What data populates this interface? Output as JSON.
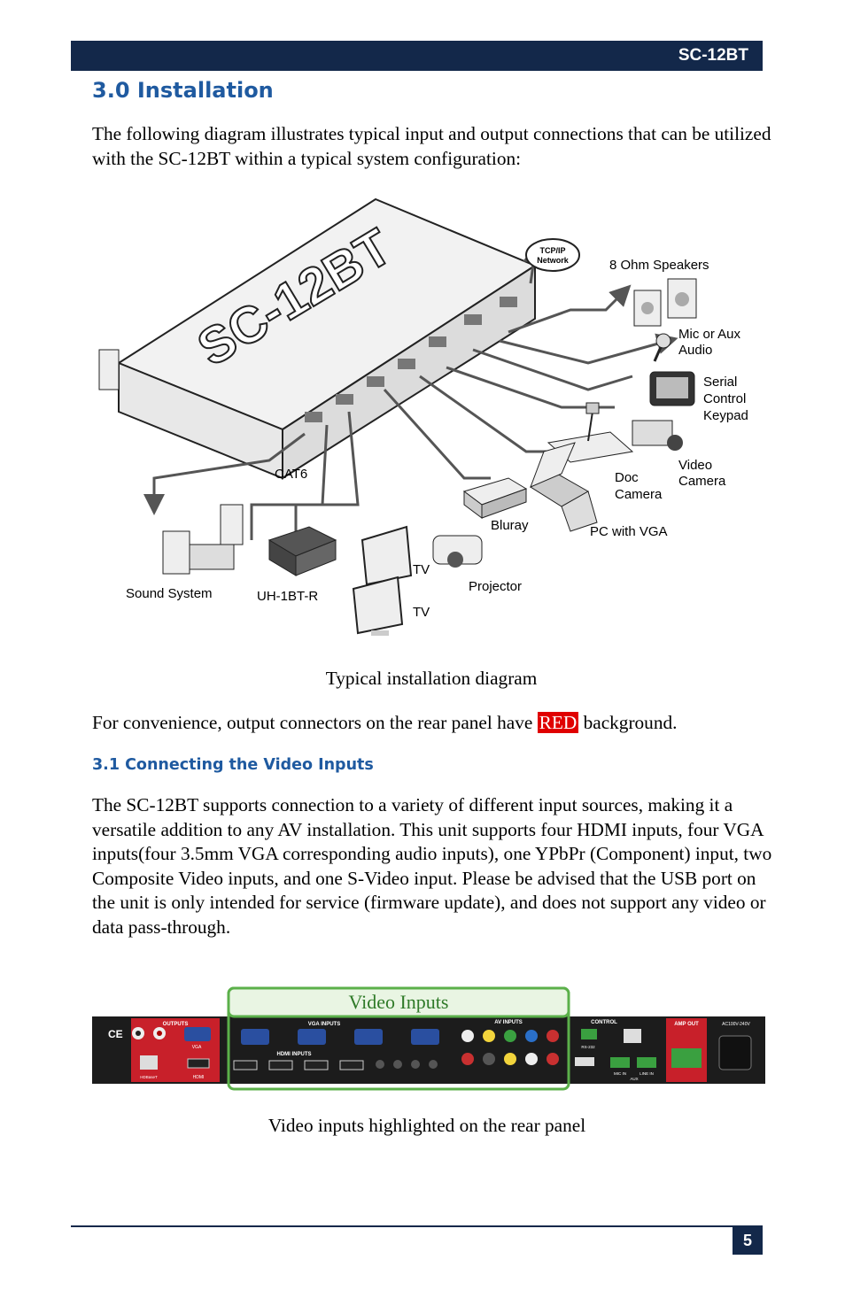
{
  "header": {
    "model": "SC-12BT"
  },
  "section": {
    "title": "3.0 Installation",
    "intro": "The following diagram illustrates typical input and output connections that can be utilized with the SC-12BT within a typical system configuration:"
  },
  "diagram": {
    "caption": "Typical installation diagram",
    "device_label": "SC-12BT",
    "labels": {
      "tcp": "TCP/IP",
      "network": "Network",
      "speakers": "8 Ohm Speakers",
      "mic1": "Mic or Aux",
      "mic2": "Audio",
      "serial1": "Serial",
      "serial2": "Control",
      "serial3": "Keypad",
      "videocam1": "Video",
      "videocam2": "Camera",
      "doccam1": "Doc",
      "doccam2": "Camera",
      "pc": "PC with VGA",
      "bluray": "Bluray",
      "projector": "Projector",
      "tv1": "TV",
      "tv2": "TV",
      "receiver": "UH-1BT-R",
      "cat6": "CAT6",
      "sound": "Sound System"
    }
  },
  "note": {
    "before": "For convenience, output connectors on the rear panel have ",
    "highlight": "RED",
    "after": " background."
  },
  "subsection": {
    "title": "3.1 Connecting the Video Inputs",
    "body": "The SC-12BT supports connection to a variety of different input sources, making it a versatile addition to any AV installation. This unit supports four HDMI inputs, four VGA inputs(four 3.5mm VGA corresponding audio inputs), one YPbPr (Component) input, two Composite Video inputs, and one S-Video input.  Please be advised that the USB port on the unit is only intended for service (firmware update), and does not support any video or data pass-through."
  },
  "panel": {
    "caption": "Video inputs highlighted on the rear panel",
    "highlight_label": "Video Inputs",
    "labels": {
      "outputs": "OUTPUTS",
      "vga_inputs": "VGA INPUTS",
      "hdmi_inputs": "HDMI INPUTS",
      "av_inputs": "AV INPUTS",
      "control": "CONTROL",
      "amp_out": "AMP OUT",
      "power": "AC100V-240V",
      "hdbaset": "HDBaseT",
      "hdmi": "HDMI",
      "vga": "VGA",
      "rs232": "RS-232",
      "mic_in": "MIC IN",
      "line_in": "LINE IN",
      "aux": "AUX"
    },
    "colors": {
      "output_red": "#c8202a",
      "highlight_green": "#5bb04a"
    }
  },
  "footer": {
    "page": "5"
  }
}
